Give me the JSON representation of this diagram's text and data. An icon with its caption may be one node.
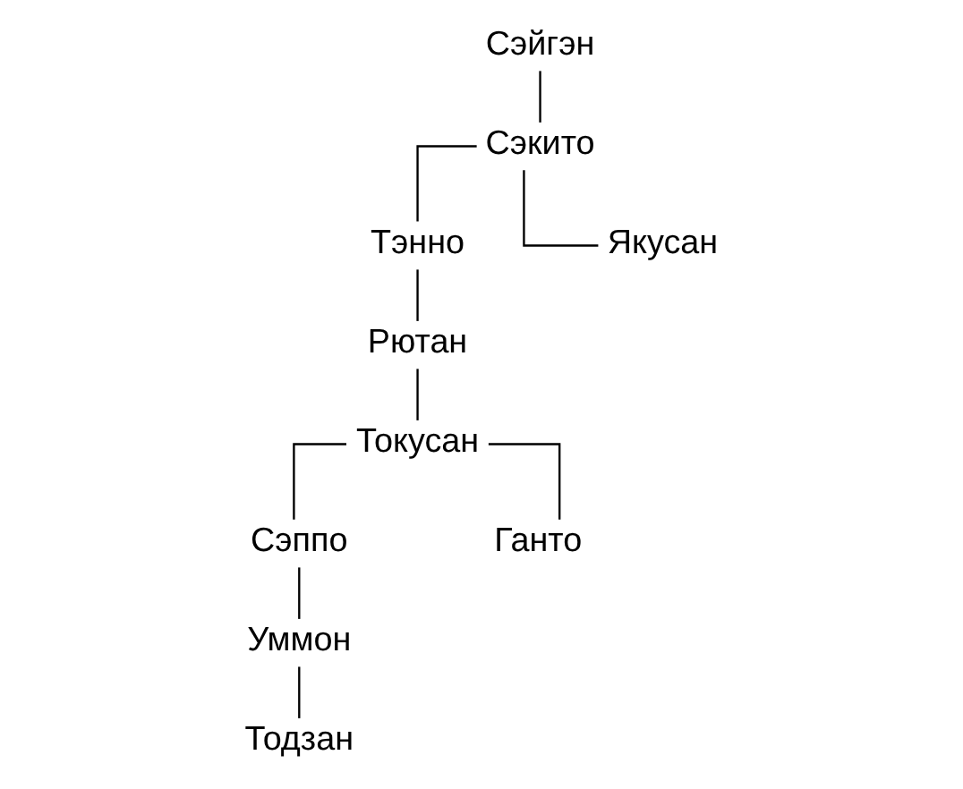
{
  "diagram": {
    "nodes": [
      {
        "text": [
          "Сэйгэн"
        ]
      },
      {
        "text": [
          "Сэкито"
        ]
      },
      {
        "text": [
          "Тэнно"
        ]
      },
      {
        "text": [
          "Якусан"
        ]
      },
      {
        "text": [
          "Рютан"
        ]
      },
      {
        "text": [
          "Токусан"
        ]
      },
      {
        "text": [
          "Сэппо"
        ]
      },
      {
        "text": [
          "Ганто"
        ]
      },
      {
        "text": [
          "Уммон"
        ]
      },
      {
        "text": [
          "Тодзан"
        ]
      }
    ],
    "edges": [
      {
        "from": 0,
        "to": 1,
        "arrow": "none"
      },
      {
        "from": 1,
        "to": 2,
        "arrow": "none"
      },
      {
        "from": 1,
        "to": 3,
        "arrow": "none"
      },
      {
        "from": 2,
        "to": 4,
        "arrow": "none"
      },
      {
        "from": 4,
        "to": 5,
        "arrow": "none"
      },
      {
        "from": 5,
        "to": 6,
        "arrow": "none"
      },
      {
        "from": 5,
        "to": 7,
        "arrow": "none"
      },
      {
        "from": 6,
        "to": 8,
        "arrow": "none"
      },
      {
        "from": 8,
        "to": 9,
        "arrow": "none"
      }
    ]
  }
}
